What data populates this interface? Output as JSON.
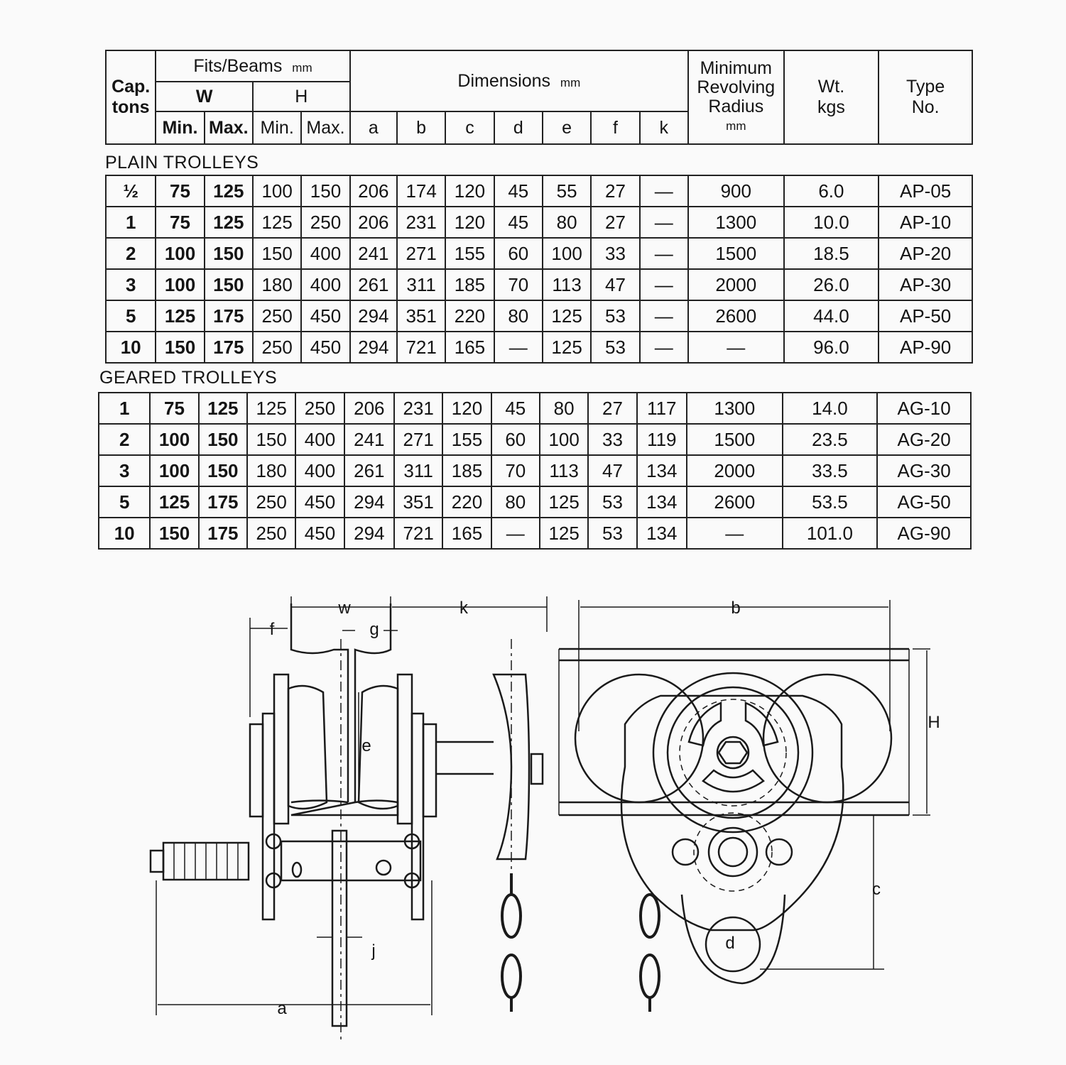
{
  "header": {
    "cap": "Cap.",
    "tons": "tons",
    "fits_beams": "Fits/Beams",
    "fits_unit": "mm",
    "w": "W",
    "h": "H",
    "min": "Min.",
    "max": "Max.",
    "dimensions": "Dimensions",
    "dimensions_unit": "mm",
    "dim_cols": [
      "a",
      "b",
      "c",
      "d",
      "e",
      "f",
      "k"
    ],
    "radius_line1": "Minimum",
    "radius_line2": "Revolving",
    "radius_line3": "Radius",
    "radius_unit": "mm",
    "wt": "Wt.",
    "kgs": "kgs",
    "type": "Type",
    "no": "No."
  },
  "plain": {
    "title": "PLAIN TROLLEYS",
    "rows": [
      [
        "½",
        "75",
        "125",
        "100",
        "150",
        "206",
        "174",
        "120",
        "45",
        "55",
        "27",
        "—",
        "900",
        "6.0",
        "AP-05"
      ],
      [
        "1",
        "75",
        "125",
        "125",
        "250",
        "206",
        "231",
        "120",
        "45",
        "80",
        "27",
        "—",
        "1300",
        "10.0",
        "AP-10"
      ],
      [
        "2",
        "100",
        "150",
        "150",
        "400",
        "241",
        "271",
        "155",
        "60",
        "100",
        "33",
        "—",
        "1500",
        "18.5",
        "AP-20"
      ],
      [
        "3",
        "100",
        "150",
        "180",
        "400",
        "261",
        "311",
        "185",
        "70",
        "113",
        "47",
        "—",
        "2000",
        "26.0",
        "AP-30"
      ],
      [
        "5",
        "125",
        "175",
        "250",
        "450",
        "294",
        "351",
        "220",
        "80",
        "125",
        "53",
        "—",
        "2600",
        "44.0",
        "AP-50"
      ],
      [
        "10",
        "150",
        "175",
        "250",
        "450",
        "294",
        "721",
        "165",
        "—",
        "125",
        "53",
        "—",
        "—",
        "96.0",
        "AP-90"
      ]
    ]
  },
  "geared": {
    "title": "GEARED TROLLEYS",
    "rows": [
      [
        "1",
        "75",
        "125",
        "125",
        "250",
        "206",
        "231",
        "120",
        "45",
        "80",
        "27",
        "117",
        "1300",
        "14.0",
        "AG-10"
      ],
      [
        "2",
        "100",
        "150",
        "150",
        "400",
        "241",
        "271",
        "155",
        "60",
        "100",
        "33",
        "119",
        "1500",
        "23.5",
        "AG-20"
      ],
      [
        "3",
        "100",
        "150",
        "180",
        "400",
        "261",
        "311",
        "185",
        "70",
        "113",
        "47",
        "134",
        "2000",
        "33.5",
        "AG-30"
      ],
      [
        "5",
        "125",
        "175",
        "250",
        "450",
        "294",
        "351",
        "220",
        "80",
        "125",
        "53",
        "134",
        "2600",
        "53.5",
        "AG-50"
      ],
      [
        "10",
        "150",
        "175",
        "250",
        "450",
        "294",
        "721",
        "165",
        "—",
        "125",
        "53",
        "134",
        "—",
        "101.0",
        "AG-90"
      ]
    ]
  },
  "diagram": {
    "labels": {
      "w": "w",
      "k": "k",
      "f": "f",
      "g": "g",
      "e": "e",
      "j": "j",
      "a": "a",
      "b": "b",
      "H": "H",
      "c": "c",
      "d": "d"
    }
  }
}
